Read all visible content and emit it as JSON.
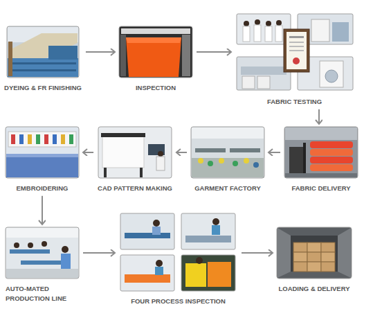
{
  "diagram": {
    "nodes": [
      {
        "text": [
          "DYEING & FR FINISHING"
        ]
      },
      {
        "text": [
          "INSPECTION"
        ]
      },
      {
        "text": [
          "FABRIC TESTING"
        ]
      },
      {
        "text": [
          "FABRIC DELIVERY"
        ]
      },
      {
        "text": [
          "GARMENT FACTORY"
        ]
      },
      {
        "text": [
          "CAD PATTERN MAKING"
        ]
      },
      {
        "text": [
          "EMBROIDERING"
        ]
      },
      {
        "text": [
          "AUTO-MATED PRODUCTION LINE"
        ]
      },
      {
        "text": [
          "FOUR PROCESS INSPECTION"
        ]
      },
      {
        "text": [
          "LOADING & DELIVERY"
        ]
      }
    ],
    "edges": [
      {
        "from": 0,
        "to": 1,
        "arrow": "to"
      },
      {
        "from": 1,
        "to": 2,
        "arrow": "to"
      },
      {
        "from": 2,
        "to": 3,
        "arrow": "to"
      },
      {
        "from": 3,
        "to": 4,
        "arrow": "to"
      },
      {
        "from": 4,
        "to": 5,
        "arrow": "to"
      },
      {
        "from": 5,
        "to": 6,
        "arrow": "to"
      },
      {
        "from": 6,
        "to": 7,
        "arrow": "to"
      },
      {
        "from": 7,
        "to": 8,
        "arrow": "to"
      },
      {
        "from": 8,
        "to": 9,
        "arrow": "to"
      }
    ]
  }
}
